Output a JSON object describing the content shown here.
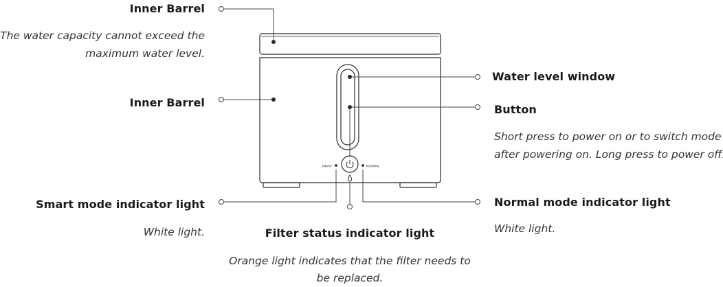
{
  "callouts": {
    "inner_barrel_top": {
      "title": "Inner Barrel",
      "desc": [
        "The water capacity cannot exceed the",
        "maximum water level."
      ]
    },
    "inner_barrel": {
      "title": "Inner Barrel"
    },
    "water_level_window": {
      "title": "Water level window"
    },
    "button": {
      "title": "Button",
      "desc": [
        "Short press to power on or to switch mode",
        "after powering on. Long press to power off."
      ]
    },
    "smart_mode": {
      "title": "Smart mode indicator light",
      "desc": "White light."
    },
    "normal_mode": {
      "title": "Normal mode indicator light",
      "desc": "White light."
    },
    "filter_status": {
      "title": "Filter status indicator light",
      "desc": [
        "Orange light indicates that the filter needs to",
        "be replaced."
      ]
    }
  },
  "device_labels": {
    "smart": "SMART",
    "normal": "NORMAL"
  }
}
